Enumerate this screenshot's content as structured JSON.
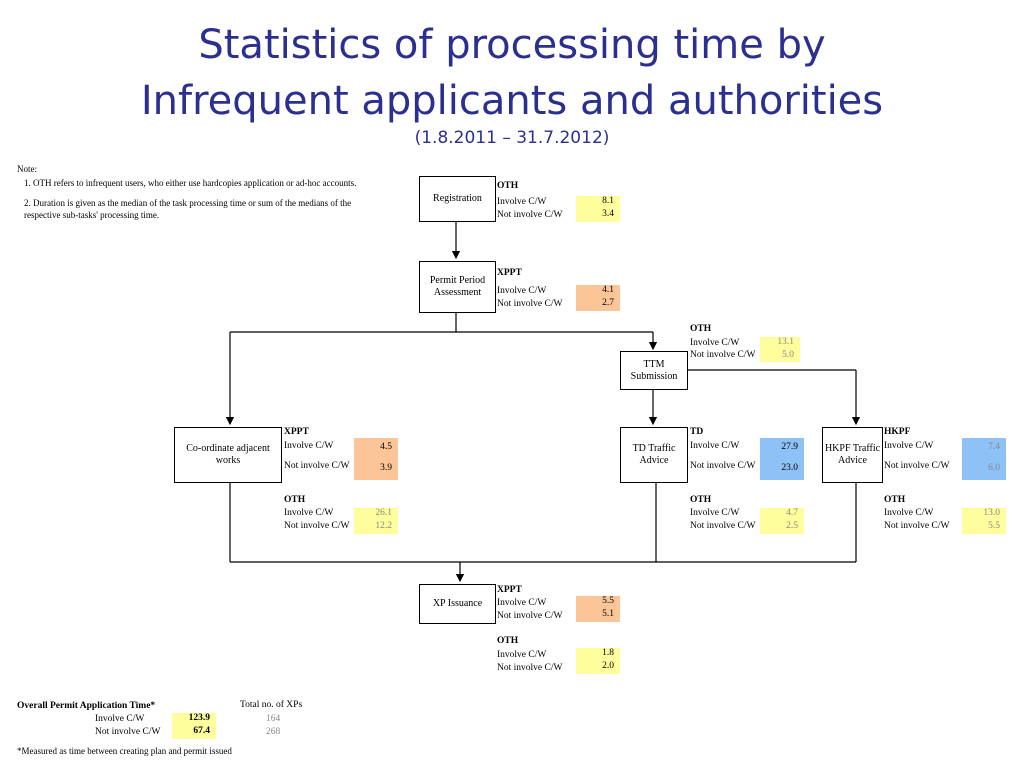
{
  "title": {
    "line1": "Statistics of processing time by",
    "line2": "Infrequent applicants and authorities",
    "period": "(1.8.2011 – 31.7.2012)"
  },
  "notes": {
    "heading": "Note:",
    "n1": "1. OTH refers to infrequent users, who either use hardcopies application or ad-hoc accounts.",
    "n2a": "2. Duration is given as the median of the task processing time or sum of the medians of the",
    "n2b": "respective sub-tasks' processing time."
  },
  "common": {
    "involve": "Involve C/W",
    "not_involve": "Not involve C/W"
  },
  "nodes": {
    "registration": {
      "label": "Registration",
      "groups": [
        {
          "name": "OTH",
          "involve": "8.1",
          "not_involve": "3.4",
          "color": "#fefe9c"
        }
      ]
    },
    "ppa": {
      "label1": "Permit Period",
      "label2": "Assessment",
      "groups": [
        {
          "name": "XPPT",
          "involve": "4.1",
          "not_involve": "2.7",
          "color": "#fbc597"
        }
      ]
    },
    "ttm": {
      "label1": "TTM",
      "label2": "Submission",
      "groups": [
        {
          "name": "OTH",
          "involve": "13.1",
          "not_involve": "5.0",
          "color": "#fefe9c"
        }
      ]
    },
    "coord": {
      "label1": "Co-ordinate adjacent",
      "label2": "works",
      "groups": [
        {
          "name": "XPPT",
          "involve": "4.5",
          "not_involve": "3.9",
          "color": "#fbc597"
        },
        {
          "name": "OTH",
          "involve": "26.1",
          "not_involve": "12.2",
          "color": "#fefe9c"
        }
      ]
    },
    "td": {
      "label1": "TD Traffic",
      "label2": "Advice",
      "groups": [
        {
          "name": "TD",
          "involve": "27.9",
          "not_involve": "23.0",
          "color": "#8ec1f5"
        },
        {
          "name": "OTH",
          "involve": "4.7",
          "not_involve": "2.5",
          "color": "#fefe9c"
        }
      ]
    },
    "hkpf": {
      "label1": "HKPF Traffic",
      "label2": "Advice",
      "groups": [
        {
          "name": "HKPF",
          "involve": "7.4",
          "not_involve": "6.0",
          "color": "#8ec1f5"
        },
        {
          "name": "OTH",
          "involve": "13.0",
          "not_involve": "5.5",
          "color": "#fefe9c"
        }
      ]
    },
    "xp": {
      "label": "XP Issuance",
      "groups": [
        {
          "name": "XPPT",
          "involve": "5.5",
          "not_involve": "5.1",
          "color": "#fbc597"
        },
        {
          "name": "OTH",
          "involve": "1.8",
          "not_involve": "2.0",
          "color": "#fefe9c"
        }
      ]
    }
  },
  "overall": {
    "heading": "Overall Permit Application Time*",
    "involve": "123.9",
    "not_involve": "67.4",
    "total_label": "Total no. of XPs",
    "total_involve": "164",
    "total_not_involve": "268",
    "footnote": "*Measured as time between creating plan and permit issued"
  }
}
